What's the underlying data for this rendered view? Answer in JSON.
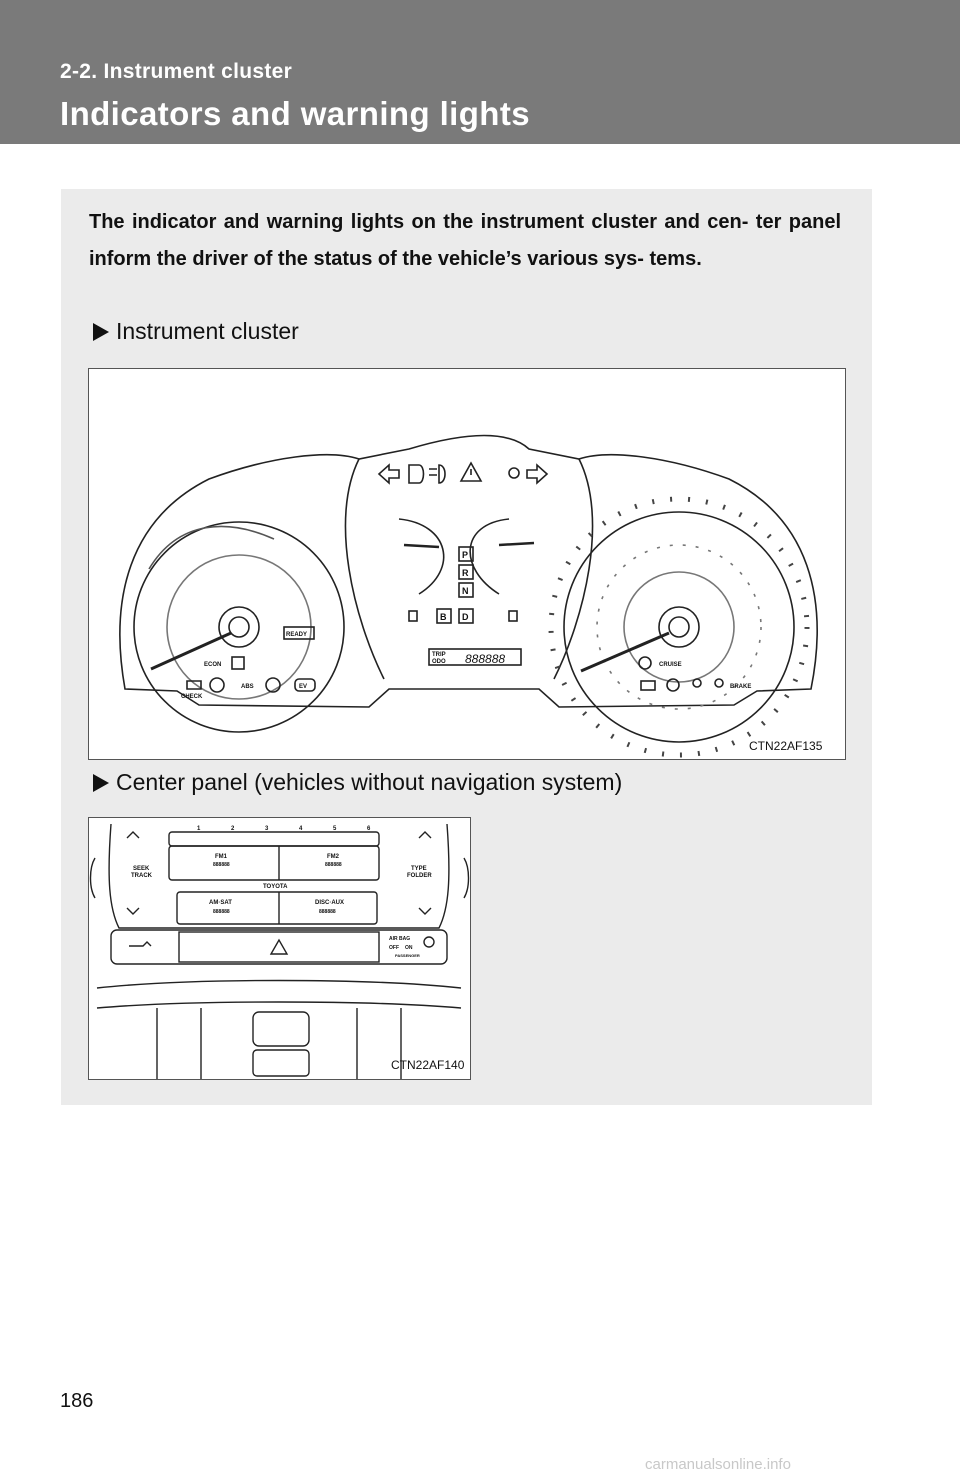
{
  "header": {
    "section_label": "2-2. Instrument cluster",
    "title": "Indicators and warning lights"
  },
  "intro_text": "The indicator and warning lights on the instrument cluster and cen- ter panel inform the driver of the status of the vehicle’s various sys- tems.",
  "sections": [
    {
      "label": "Instrument cluster",
      "figure_code": "CTN22AF135",
      "cluster_labels": {
        "gear_p": "P",
        "gear_r": "R",
        "gear_n": "N",
        "gear_b": "B",
        "gear_d": "D",
        "ready": "READY",
        "econ": "ECON",
        "check": "CHECK",
        "abs": "ABS",
        "ev": "EV",
        "trip": "TRIP",
        "odo": "ODO",
        "odometer": "888888",
        "cruise": "CRUISE",
        "brake": "BRAKE"
      }
    },
    {
      "label": "Center panel (vehicles without navigation system)",
      "figure_code": "CTN22AF140",
      "panel_labels": {
        "presets": [
          "1",
          "2",
          "3",
          "4",
          "5",
          "6"
        ],
        "fm1": "FM1",
        "fm2": "FM2",
        "am_sat": "AM·SAT",
        "disc_aux": "DISC·AUX",
        "brand": "TOYOTA",
        "seek": "SEEK",
        "track": "TRACK",
        "type": "TYPE",
        "folder": "FOLDER",
        "airbag": "AIR BAG",
        "off": "OFF",
        "on": "ON",
        "passenger": "PASSENGER",
        "dots": "888888"
      }
    }
  ],
  "page_number": "186",
  "watermark": "carmanualsonline.info"
}
